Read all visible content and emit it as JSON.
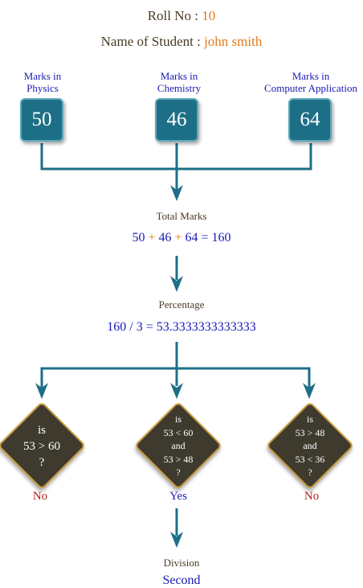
{
  "header": {
    "roll_label": "Roll No : ",
    "roll_value": "10",
    "name_label": "Name of Student : ",
    "name_value": "john smith"
  },
  "subjects": [
    {
      "label_line1": "Marks in",
      "label_line2": "Physics",
      "marks": "50"
    },
    {
      "label_line1": "Marks in",
      "label_line2": "Chemistry",
      "marks": "46"
    },
    {
      "label_line1": "Marks in",
      "label_line2": "Computer Application",
      "marks": "64"
    }
  ],
  "total": {
    "caption": "Total Marks",
    "a": "50",
    "op1": "+",
    "b": "46",
    "op2": "+",
    "c": "64",
    "eq": "=",
    "result": "160"
  },
  "percentage": {
    "caption": "Percentage",
    "num": "160",
    "op": "/",
    "den": "3",
    "eq": "=",
    "result": "53.3333333333333"
  },
  "conditions": [
    {
      "lines": [
        "is",
        "53 > 60",
        "?"
      ],
      "answer": "No"
    },
    {
      "lines": [
        "is",
        "53 < 60",
        "and",
        "53 > 48",
        "?"
      ],
      "answer": "Yes"
    },
    {
      "lines": [
        "is",
        "53 > 48",
        "and",
        "53 < 36",
        "?"
      ],
      "answer": "No"
    }
  ],
  "division": {
    "caption": "Division",
    "value": "Second"
  },
  "colors": {
    "flow_line": "#1c6f86",
    "box_fill": "#1c6f86",
    "diamond_fill": "#3e3a2e",
    "diamond_border": "#c79a3a",
    "value_orange": "#e07a1e",
    "text_blue": "#1a1ab4",
    "answer_red": "#b31d1d"
  }
}
